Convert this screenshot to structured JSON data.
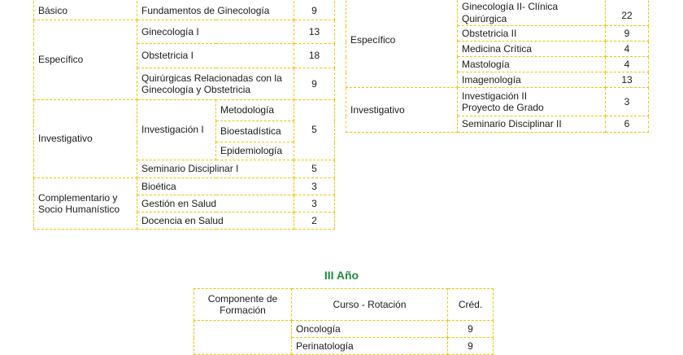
{
  "colors": {
    "dashed_border": "#f2c200",
    "heading_green": "#1f8a3c",
    "text": "#1a1a1a"
  },
  "left": {
    "basico": {
      "component": "Básico",
      "course": "Fundamentos de Ginecología",
      "credits": "9"
    },
    "especifico": {
      "component": "Específico",
      "rows": [
        {
          "course": "Ginecología I",
          "credits": "13"
        },
        {
          "course": "Obstetricia I",
          "credits": "18"
        },
        {
          "course": "Quirúrgicas Relacionadas con la Ginecología y Obstetricia",
          "credits": "9"
        }
      ]
    },
    "investigativo": {
      "component": "Investigativo",
      "group_course": "Investigación I",
      "subcourses": [
        "Metodología",
        "Bioestadística",
        "Epidemiología"
      ],
      "group_credits": "5",
      "seminar": {
        "course": "Seminario Disciplinar I",
        "credits": "5"
      }
    },
    "complementario": {
      "component": "Complementario y Socio Humanístico",
      "rows": [
        {
          "course": "Bioética",
          "credits": "3"
        },
        {
          "course": "Gestión en Salud",
          "credits": "3"
        },
        {
          "course": "Docencia en Salud",
          "credits": "2"
        }
      ]
    }
  },
  "right": {
    "especifico": {
      "component": "Específico",
      "rows": [
        {
          "course": "Ginecología II- Clínica Quirúrgica",
          "credits": "22"
        },
        {
          "course": "Obstetricia II",
          "credits": "9"
        },
        {
          "course": "Medicina Crítica",
          "credits": "4"
        },
        {
          "course": "Mastología",
          "credits": "4"
        },
        {
          "course": "Imagenología",
          "credits": "13"
        }
      ]
    },
    "investigativo": {
      "component": "Investigativo",
      "rows": [
        {
          "course_line1": "Investigación II",
          "course_line2": "Proyecto de Grado",
          "credits": "3"
        },
        {
          "course": "Seminario Disciplinar II",
          "credits": "6"
        }
      ]
    }
  },
  "year3": {
    "title": "III Año",
    "headers": {
      "component": "Componente de Formación",
      "course": "Curso - Rotación",
      "credits": "Créd."
    },
    "rows": [
      {
        "course": "Oncología",
        "credits": "9"
      },
      {
        "course": "Perinatología",
        "credits": "9"
      }
    ]
  }
}
